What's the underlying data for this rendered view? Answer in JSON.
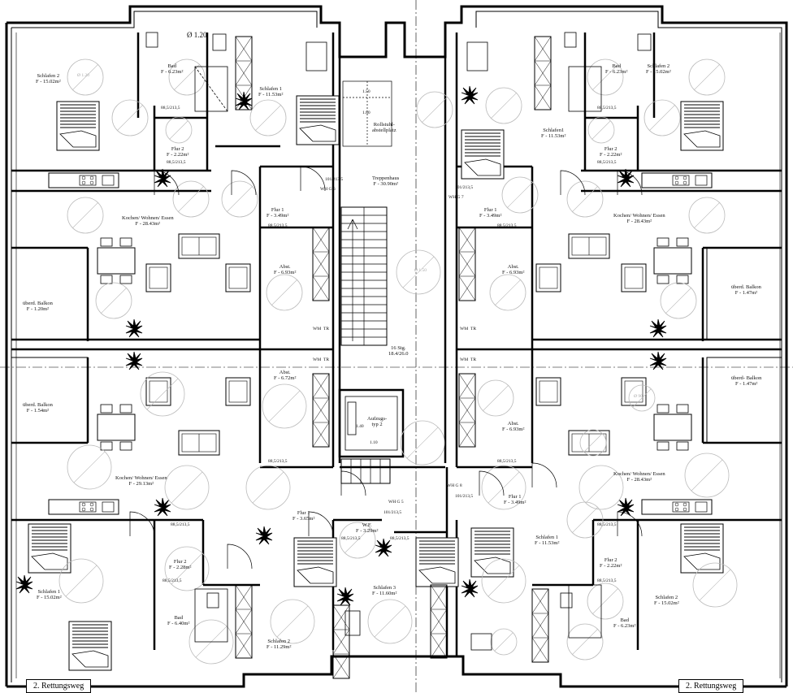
{
  "labels": {
    "tl_schlafen2": {
      "name": "Schlafen 2",
      "area": "F - 15.02m²"
    },
    "tl_bad": {
      "name": "Bad",
      "area": "F - 6.23m²"
    },
    "tl_schlafen1": {
      "name": "Schlafen 1",
      "area": "F - 11.53m²"
    },
    "tl_flur2": {
      "name": "Flur 2",
      "area": "F - 2.22m²"
    },
    "tl_flur1": {
      "name": "Flur 1",
      "area": "F - 3.49m²"
    },
    "tl_kwe": {
      "name": "Kochen/ Wohnen/ Essen",
      "area": "F - 28.43m²"
    },
    "tl_abst": {
      "name": "Abst.",
      "area": "F - 6.93m²"
    },
    "tl_balkon": {
      "name": "überd. Balkon",
      "area": "F - 1.20m²"
    },
    "bl_balkon": {
      "name": "überd. Balkon",
      "area": "F - 1.54m²"
    },
    "bl_abst": {
      "name": "Abst.",
      "area": "F - 6.72m²"
    },
    "bl_kwe": {
      "name": "Kochen/ Wohnen/ Essen",
      "area": "F - 29.13m²"
    },
    "bl_flur1": {
      "name": "Flur 1",
      "area": "F - 3.65m²"
    },
    "bl_wf": {
      "name": "W.F.",
      "area": "F - 3.29m²"
    },
    "bl_flur2": {
      "name": "Flur 2",
      "area": "F - 2.28m²"
    },
    "bl_schlafen1": {
      "name": "Schlafen 1",
      "area": "F - 15.02m²"
    },
    "bl_bad": {
      "name": "Bad",
      "area": "F - 6.40m²"
    },
    "bl_schlafen2": {
      "name": "Schlafen 2",
      "area": "F - 11.29m²"
    },
    "bl_schlafen3": {
      "name": "Schlafen 3",
      "area": "F - 11.60m²"
    },
    "tr_schlafen1": {
      "name": "Schlafen1",
      "area": "F - 11.53m²"
    },
    "tr_bad": {
      "name": "Bad",
      "area": "F - 6.23m²"
    },
    "tr_schlafen2": {
      "name": "Schlafen 2",
      "area": "F - 15.02m²"
    },
    "tr_flur2": {
      "name": "Flur 2",
      "area": "F - 2.22m²"
    },
    "tr_flur1": {
      "name": "Flur 1",
      "area": "F - 3.49m²"
    },
    "tr_kwe": {
      "name": "Kochen/ Wohnen/ Essen",
      "area": "F - 28.43m²"
    },
    "tr_abst": {
      "name": "Abst.",
      "area": "F - 6.93m²"
    },
    "tr_balkon": {
      "name": "überd. Balkon",
      "area": "F - 1.47m²"
    },
    "br_balkon": {
      "name": "überd- Balkon",
      "area": "F - 1.47m²"
    },
    "br_abst": {
      "name": "Abst.",
      "area": "F - 6.93m²"
    },
    "br_kwe": {
      "name": "Kochen/ Wohnen/ Essen",
      "area": "F - 28.43m²"
    },
    "br_flur1": {
      "name": "Flur 1",
      "area": "F - 3.49m²"
    },
    "br_schlafen1": {
      "name": "Schlafen 1",
      "area": "F - 11.53m²"
    },
    "br_flur2": {
      "name": "Flur 2",
      "area": "F - 2.22m²"
    },
    "br_schlafen2": {
      "name": "Schlafen 2",
      "area": "F - 15.02m²"
    },
    "br_bad": {
      "name": "Bad",
      "area": "F - 6.23m²"
    },
    "treppenhaus": {
      "name": "Treppenhaus",
      "area": "F - 30.90m²"
    },
    "rollstuhl": {
      "name": "Rollstuhl-",
      "area": "abstellplatz"
    },
    "stairs": {
      "name": "16 Stg.",
      "area": "18.4/26.0"
    },
    "aufzug": {
      "name": "Aufzugs-",
      "area": "typ 2"
    }
  },
  "dims": {
    "door": "88,5/213,5",
    "door_alt": "88,5/213,5",
    "diameter": "Ø 1.20",
    "circle_120": "Ø 1.20",
    "circle_150": "Ø 1.50",
    "circle_90": "Ø 90",
    "roll_w": "1.50",
    "roll_h": "1.80",
    "lift_w": "1.40",
    "lift_d": "1.10",
    "door_101": "101/213,5",
    "wh_g6": "WH G 6",
    "wh_g7": "WH G 7",
    "wh_g8": "WH G 8",
    "wh_g5": "WH G 5",
    "wm": "WM",
    "tr": "TR"
  },
  "footer": {
    "left": "2. Rettungsweg",
    "right": "2. Rettungsweg"
  }
}
